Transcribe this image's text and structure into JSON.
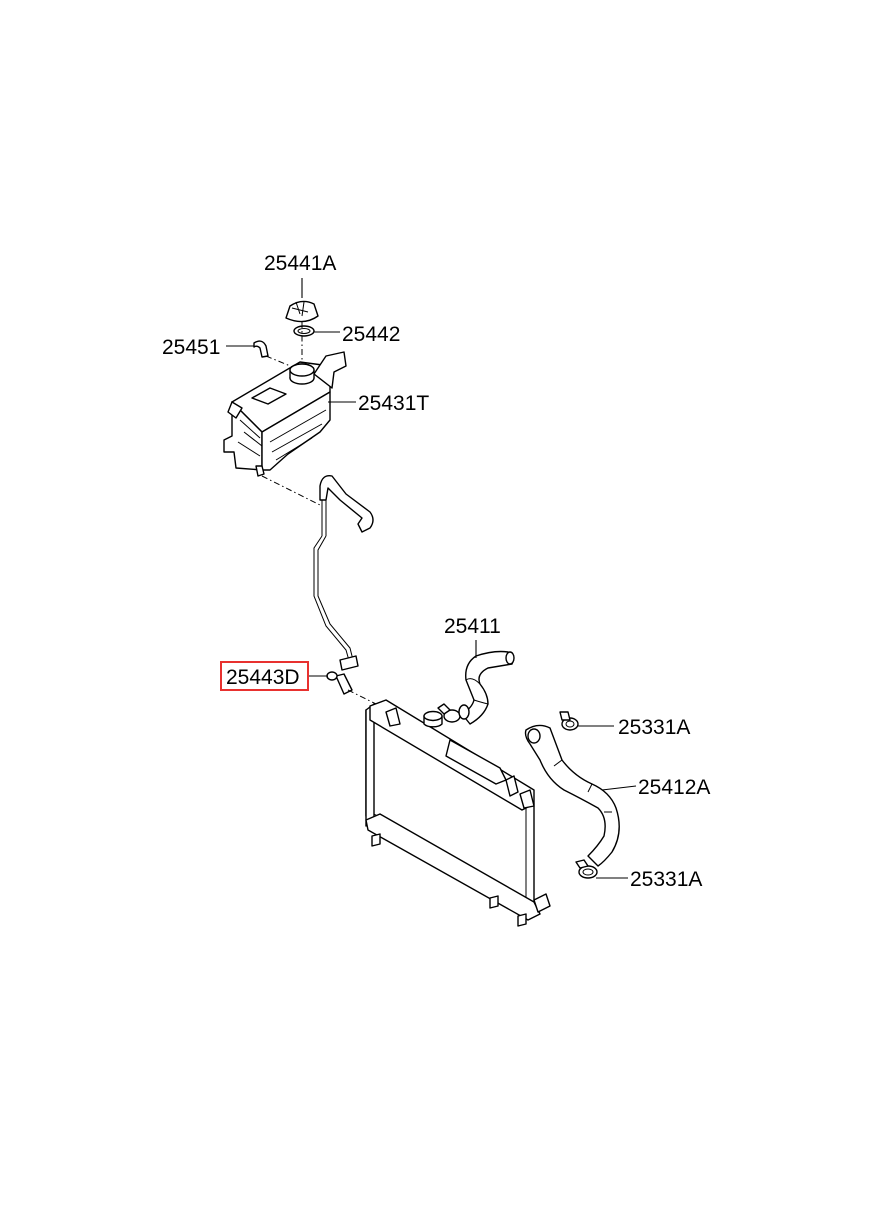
{
  "diagram": {
    "labels": {
      "cap": "25441A",
      "seal": "25442",
      "overflow_hose": "25451",
      "reservoir": "25431T",
      "upper_hose": "25411",
      "reservoir_hose": "25443D",
      "clamp_upper": "25331A",
      "lower_hose": "25412A",
      "clamp_lower": "25331A"
    },
    "highlighted_part": "25443D",
    "highlight_color": "#e8312f"
  }
}
